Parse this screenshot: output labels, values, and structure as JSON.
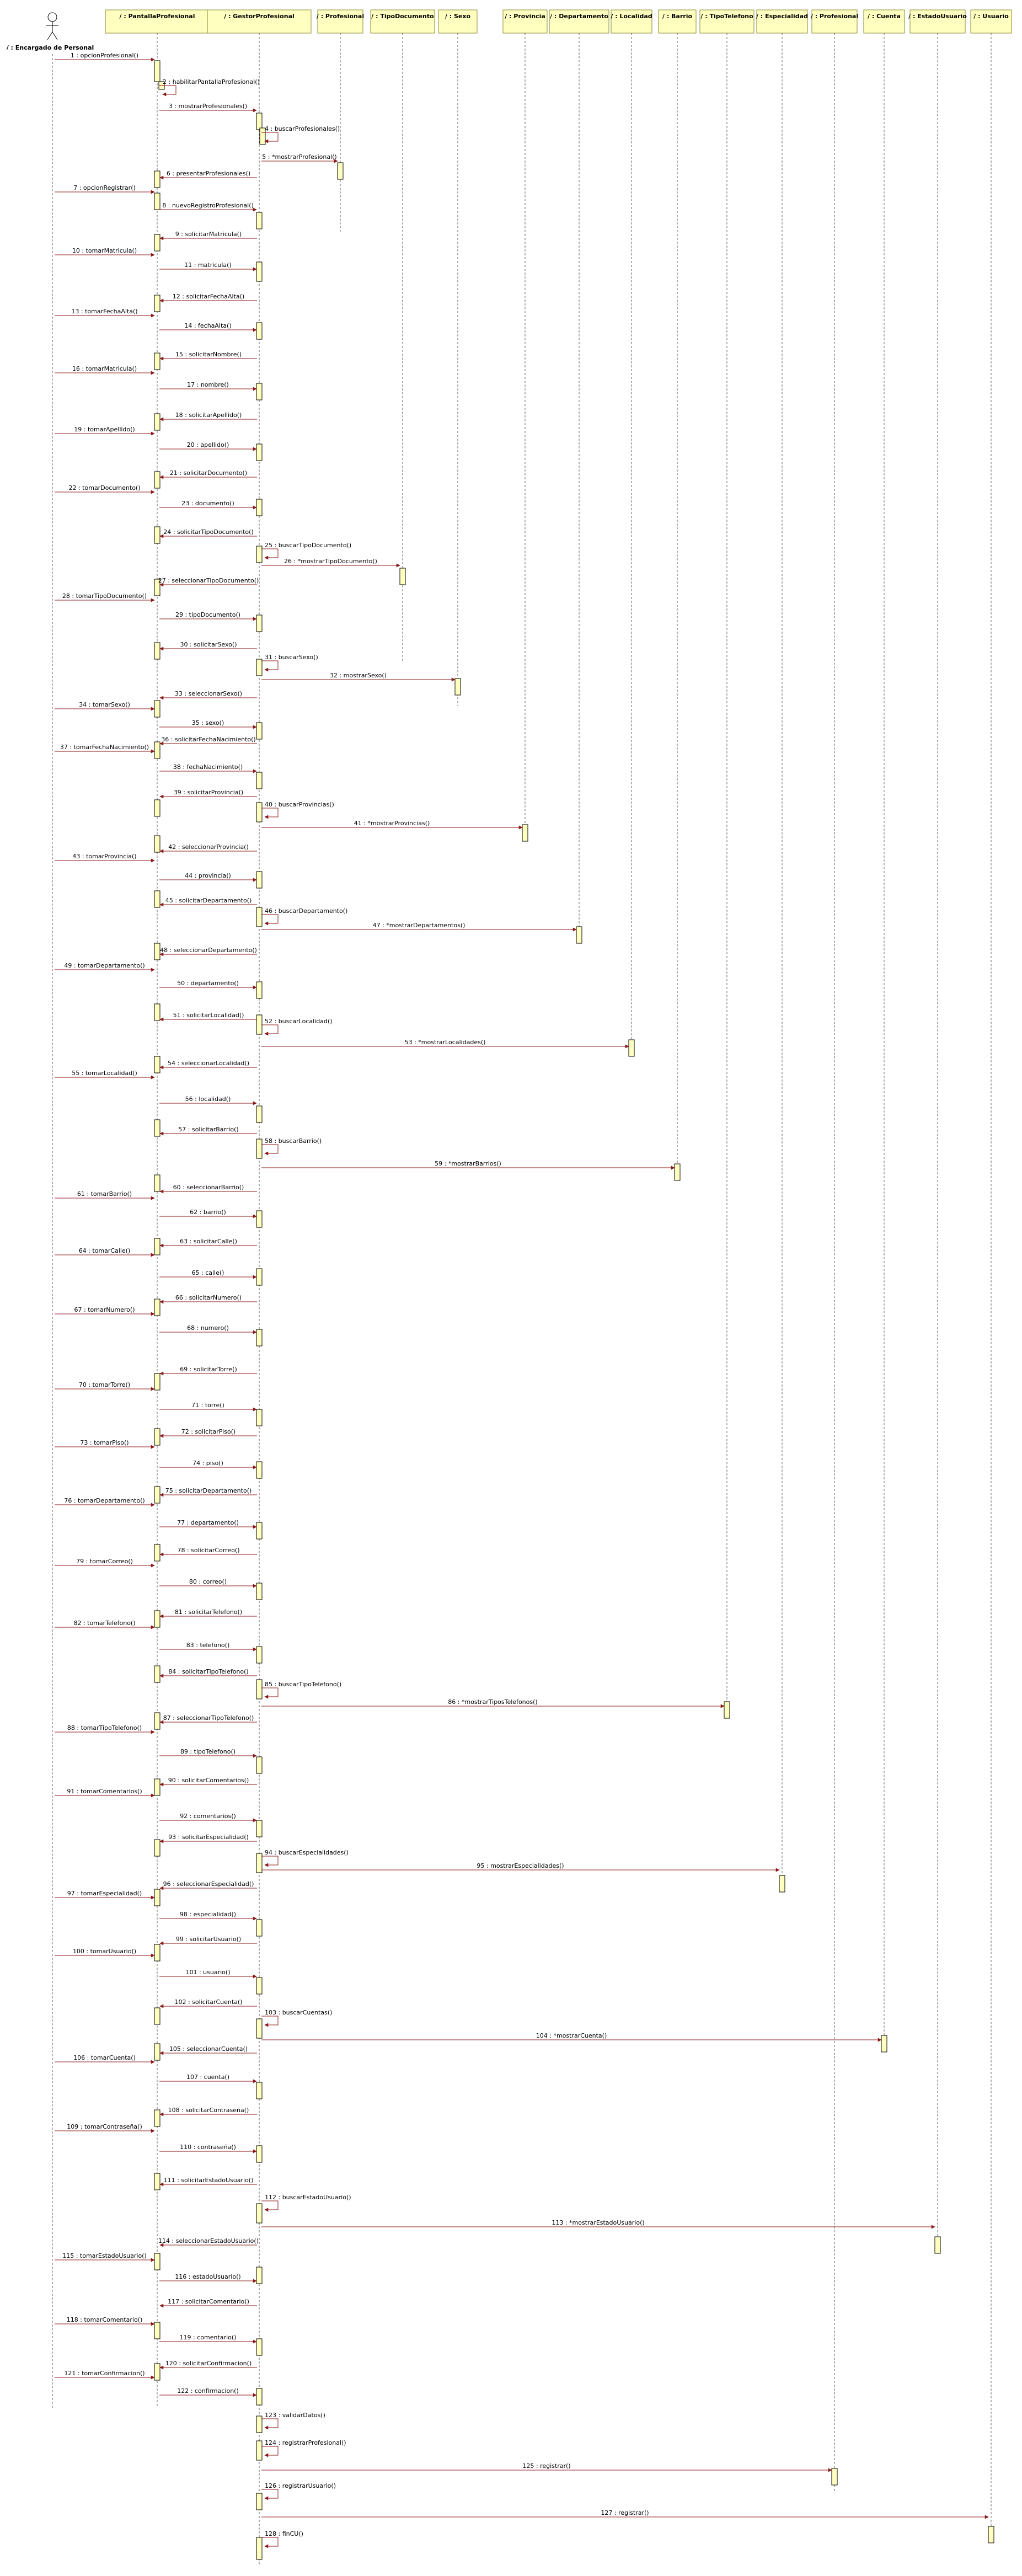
{
  "colors": {
    "header_fill": "#ffffc0",
    "header_stroke": "#8a8a30",
    "activation_fill": "#ffffc0",
    "line": "#000000",
    "arrow": "#8b1a1a",
    "lifeline": "#606060"
  },
  "actor": {
    "label": "/ : Encargado de Personal",
    "icon": "stick-figure-icon"
  },
  "participants": [
    "/ : PantallaProfesional",
    "/ : GestorProfesional",
    "/ : Profesional",
    "/ : TipoDocumento",
    "/ : Sexo",
    "/ : Provincia",
    "/ : Departamento",
    "/ : Localidad",
    "/ : Barrio",
    "/ : TipoTelefono",
    "/ : Especialidad",
    "/ : Profesional",
    "/ : Cuenta",
    "/ : EstadoUsuario",
    "/ : Usuario"
  ],
  "messages": [
    "1 : opcionProfesional()",
    "2 : habilitarPantallaProfesional()",
    "3 : mostrarProfesionales()",
    "4 : buscarProfesionales()",
    "5 : *mostrarProfesional()",
    "6 : presentarProfesionales()",
    "7 : opcionRegistrar()",
    "8 : nuevoRegistroProfesional()",
    "9 : solicitarMatricula()",
    "10 : tomarMatricula()",
    "11 : matricula()",
    "12 : solicitarFechaAlta()",
    "13 : tomarFechaAlta()",
    "14 : fechaAlta()",
    "15 : solicitarNombre()",
    "16 : tomarMatricula()",
    "17 : nombre()",
    "18 : solicitarApellido()",
    "19 : tomarApellido()",
    "20 : apellido()",
    "21 : solicitarDocumento()",
    "22 : tomarDocumento()",
    "23 : documento()",
    "24 : solicitarTipoDocumento()",
    "25 : buscarTipoDocumento()",
    "26 : *mostrarTipoDocumento()",
    "27 : seleccionarTipoDocumento()",
    "28 : tomarTipoDocumento()",
    "29 : tipoDocumento()",
    "30 : solicitarSexo()",
    "31 : buscarSexo()",
    "32 : mostrarSexo()",
    "33 : seleccionarSexo()",
    "34 : tomarSexo()",
    "35 : sexo()",
    "36 : solicitarFechaNacimiento()",
    "37 : tomarFechaNacimiento()",
    "38 : fechaNacimiento()",
    "39 : solicitarProvincia()",
    "40 : buscarProvincias()",
    "41 : *mostrarProvincias()",
    "42 : seleccionarProvincia()",
    "43 : tomarProvincia()",
    "44 : provincia()",
    "45 : solicitarDepartamento()",
    "46 : buscarDepartamento()",
    "47 : *mostrarDepartamentos()",
    "48 : seleccionarDepartamento()",
    "49 : tomarDepartamento()",
    "50 : departamento()",
    "51 : solicitarLocalidad()",
    "52 : buscarLocalidad()",
    "53 : *mostrarLocalidades()",
    "54 : seleccionarLocalidad()",
    "55 : tomarLocalidad()",
    "56 : localidad()",
    "57 : solicitarBarrio()",
    "58 : buscarBarrio()",
    "59 : *mostrarBarrios()",
    "60 : seleccionarBarrio()",
    "61 : tomarBarrio()",
    "62 : barrio()",
    "63 : solicitarCalle()",
    "64 : tomarCalle()",
    "65 : calle()",
    "66 : solicitarNumero()",
    "67 : tomarNumero()",
    "68 : numero()",
    "69 : solicitarTorre()",
    "70 : tomarTorre()",
    "71 : torre()",
    "72 : solicitarPiso()",
    "73 : tomarPiso()",
    "74 : piso()",
    "75 : solicitarDepartamento()",
    "76 : tomarDepartamento()",
    "77 : departamento()",
    "78 : solicitarCorreo()",
    "79 : tomarCorreo()",
    "80 : correo()",
    "81 : solicitarTelefono()",
    "82 : tomarTelefono()",
    "83 : telefono()",
    "84 : solicitarTipoTelefono()",
    "85 : buscarTipoTelefono()",
    "86 : *mostrarTiposTelefonos()",
    "87 : seleccionarTipoTelefono()",
    "88 : tomarTipoTelefono()",
    "89 : tipoTelefono()",
    "90 : solicitarComentarios()",
    "91 : tomarComentarios()",
    "92 : comentarios()",
    "93 : solicitarEspecialidad()",
    "94 : buscarEspecialidades()",
    "95 : mostrarEspecialidades()",
    "96 : seleccionarEspecialidad()",
    "97 : tomarEspecialidad()",
    "98 : especialidad()",
    "99 : solicitarUsuario()",
    "100 : tomarUsuario()",
    "101 : usuario()",
    "102 : solicitarCuenta()",
    "103 : buscarCuentas()",
    "104 : *mostrarCuenta()",
    "105 : seleccionarCuenta()",
    "106 : tomarCuenta()",
    "107 : cuenta()",
    "108 : solicitarContraseña()",
    "109 : tomarContraseña()",
    "110 : contraseña()",
    "111 : solicitarEstadoUsuario()",
    "112 : buscarEstadoUsuario()",
    "113 : *mostrarEstadoUsuario()",
    "114 : seleccionarEstadoUsuario()",
    "115 : tomarEstadoUsuario()",
    "116 : estadoUsuario()",
    "117 : solicitarComentario()",
    "118 : tomarComentario()",
    "119 : comentario()",
    "120 : solicitarConfirmacion()",
    "121 : tomarConfirmacion()",
    "122 : confirmacion()",
    "123 : validarDatos()",
    "124 : registrarProfesional()",
    "125 : registrar()",
    "126 : registrarUsuario()",
    "127 : registrar()",
    "128 : finCU()"
  ]
}
